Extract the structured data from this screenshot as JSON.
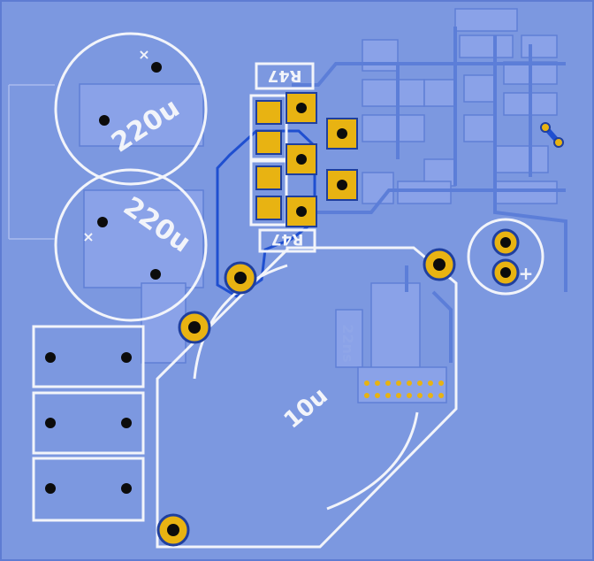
{
  "board": {
    "background": "#7c98e0",
    "copper_fill": "#6d88d8",
    "back_copper": "#90a8ea",
    "trace_blue": "#1f4fd0",
    "silkscreen": "#f2f4fa",
    "pad_gold": "#e8b312"
  },
  "labels": {
    "cap_top": "220u",
    "cap_bottom": "220u",
    "cap_large": "10u",
    "resistor_top": "R47",
    "resistor_bottom": "R47",
    "back_label": "22ns",
    "plus_sign": "+",
    "cross_top": "×",
    "cross_bottom": "×"
  },
  "icons": {
    "capacitor": "circle-outline",
    "resistor": "rect-outline",
    "terminal": "rect-outline",
    "pad": "gold-square",
    "via": "gold-ring"
  }
}
